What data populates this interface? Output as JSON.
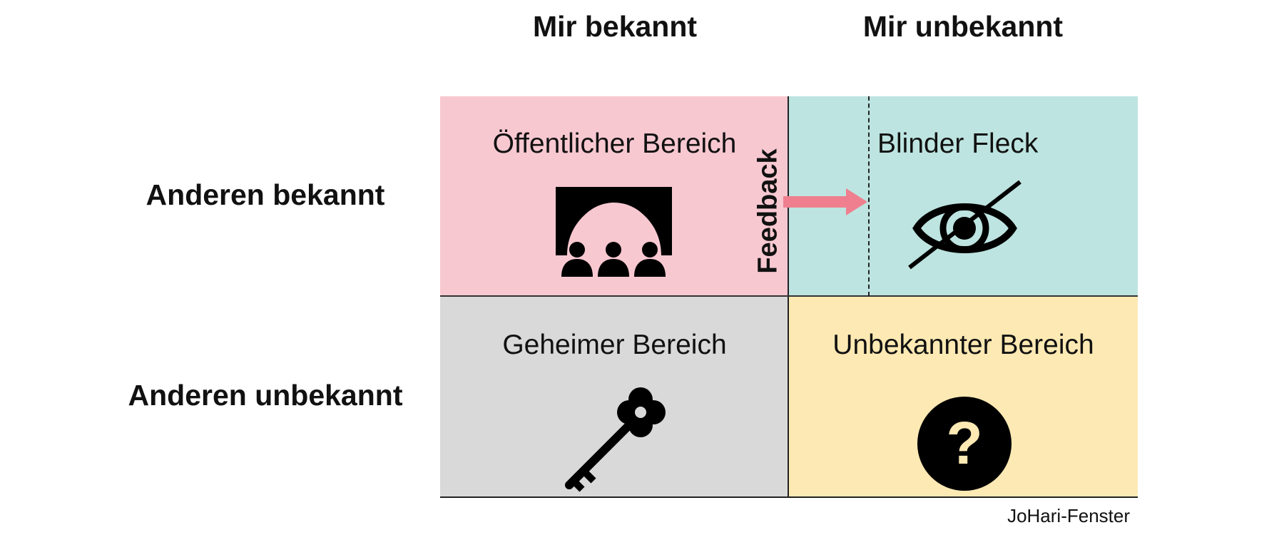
{
  "columns": {
    "known": "Mir bekannt",
    "unknown": "Mir unbekannt"
  },
  "rows": {
    "known": "Anderen bekannt",
    "unknown": "Anderen unbekannt"
  },
  "quadrants": {
    "public": {
      "title": "Öffentlicher Bereich",
      "icon": "theater-audience-icon",
      "color": "#f8c8d1"
    },
    "blind": {
      "title": "Blinder Fleck",
      "icon": "eye-crossed-icon",
      "color": "#bde4e0"
    },
    "hidden": {
      "title": "Geheimer Bereich",
      "icon": "key-icon",
      "color": "#d9d9d9"
    },
    "unknown": {
      "title": "Unbekannter Bereich",
      "icon": "question-mark-icon",
      "color": "#fde9b3"
    }
  },
  "feedback": {
    "label": "Feedback",
    "arrow_color": "#ef7f8f"
  },
  "caption": "JoHari-Fenster"
}
